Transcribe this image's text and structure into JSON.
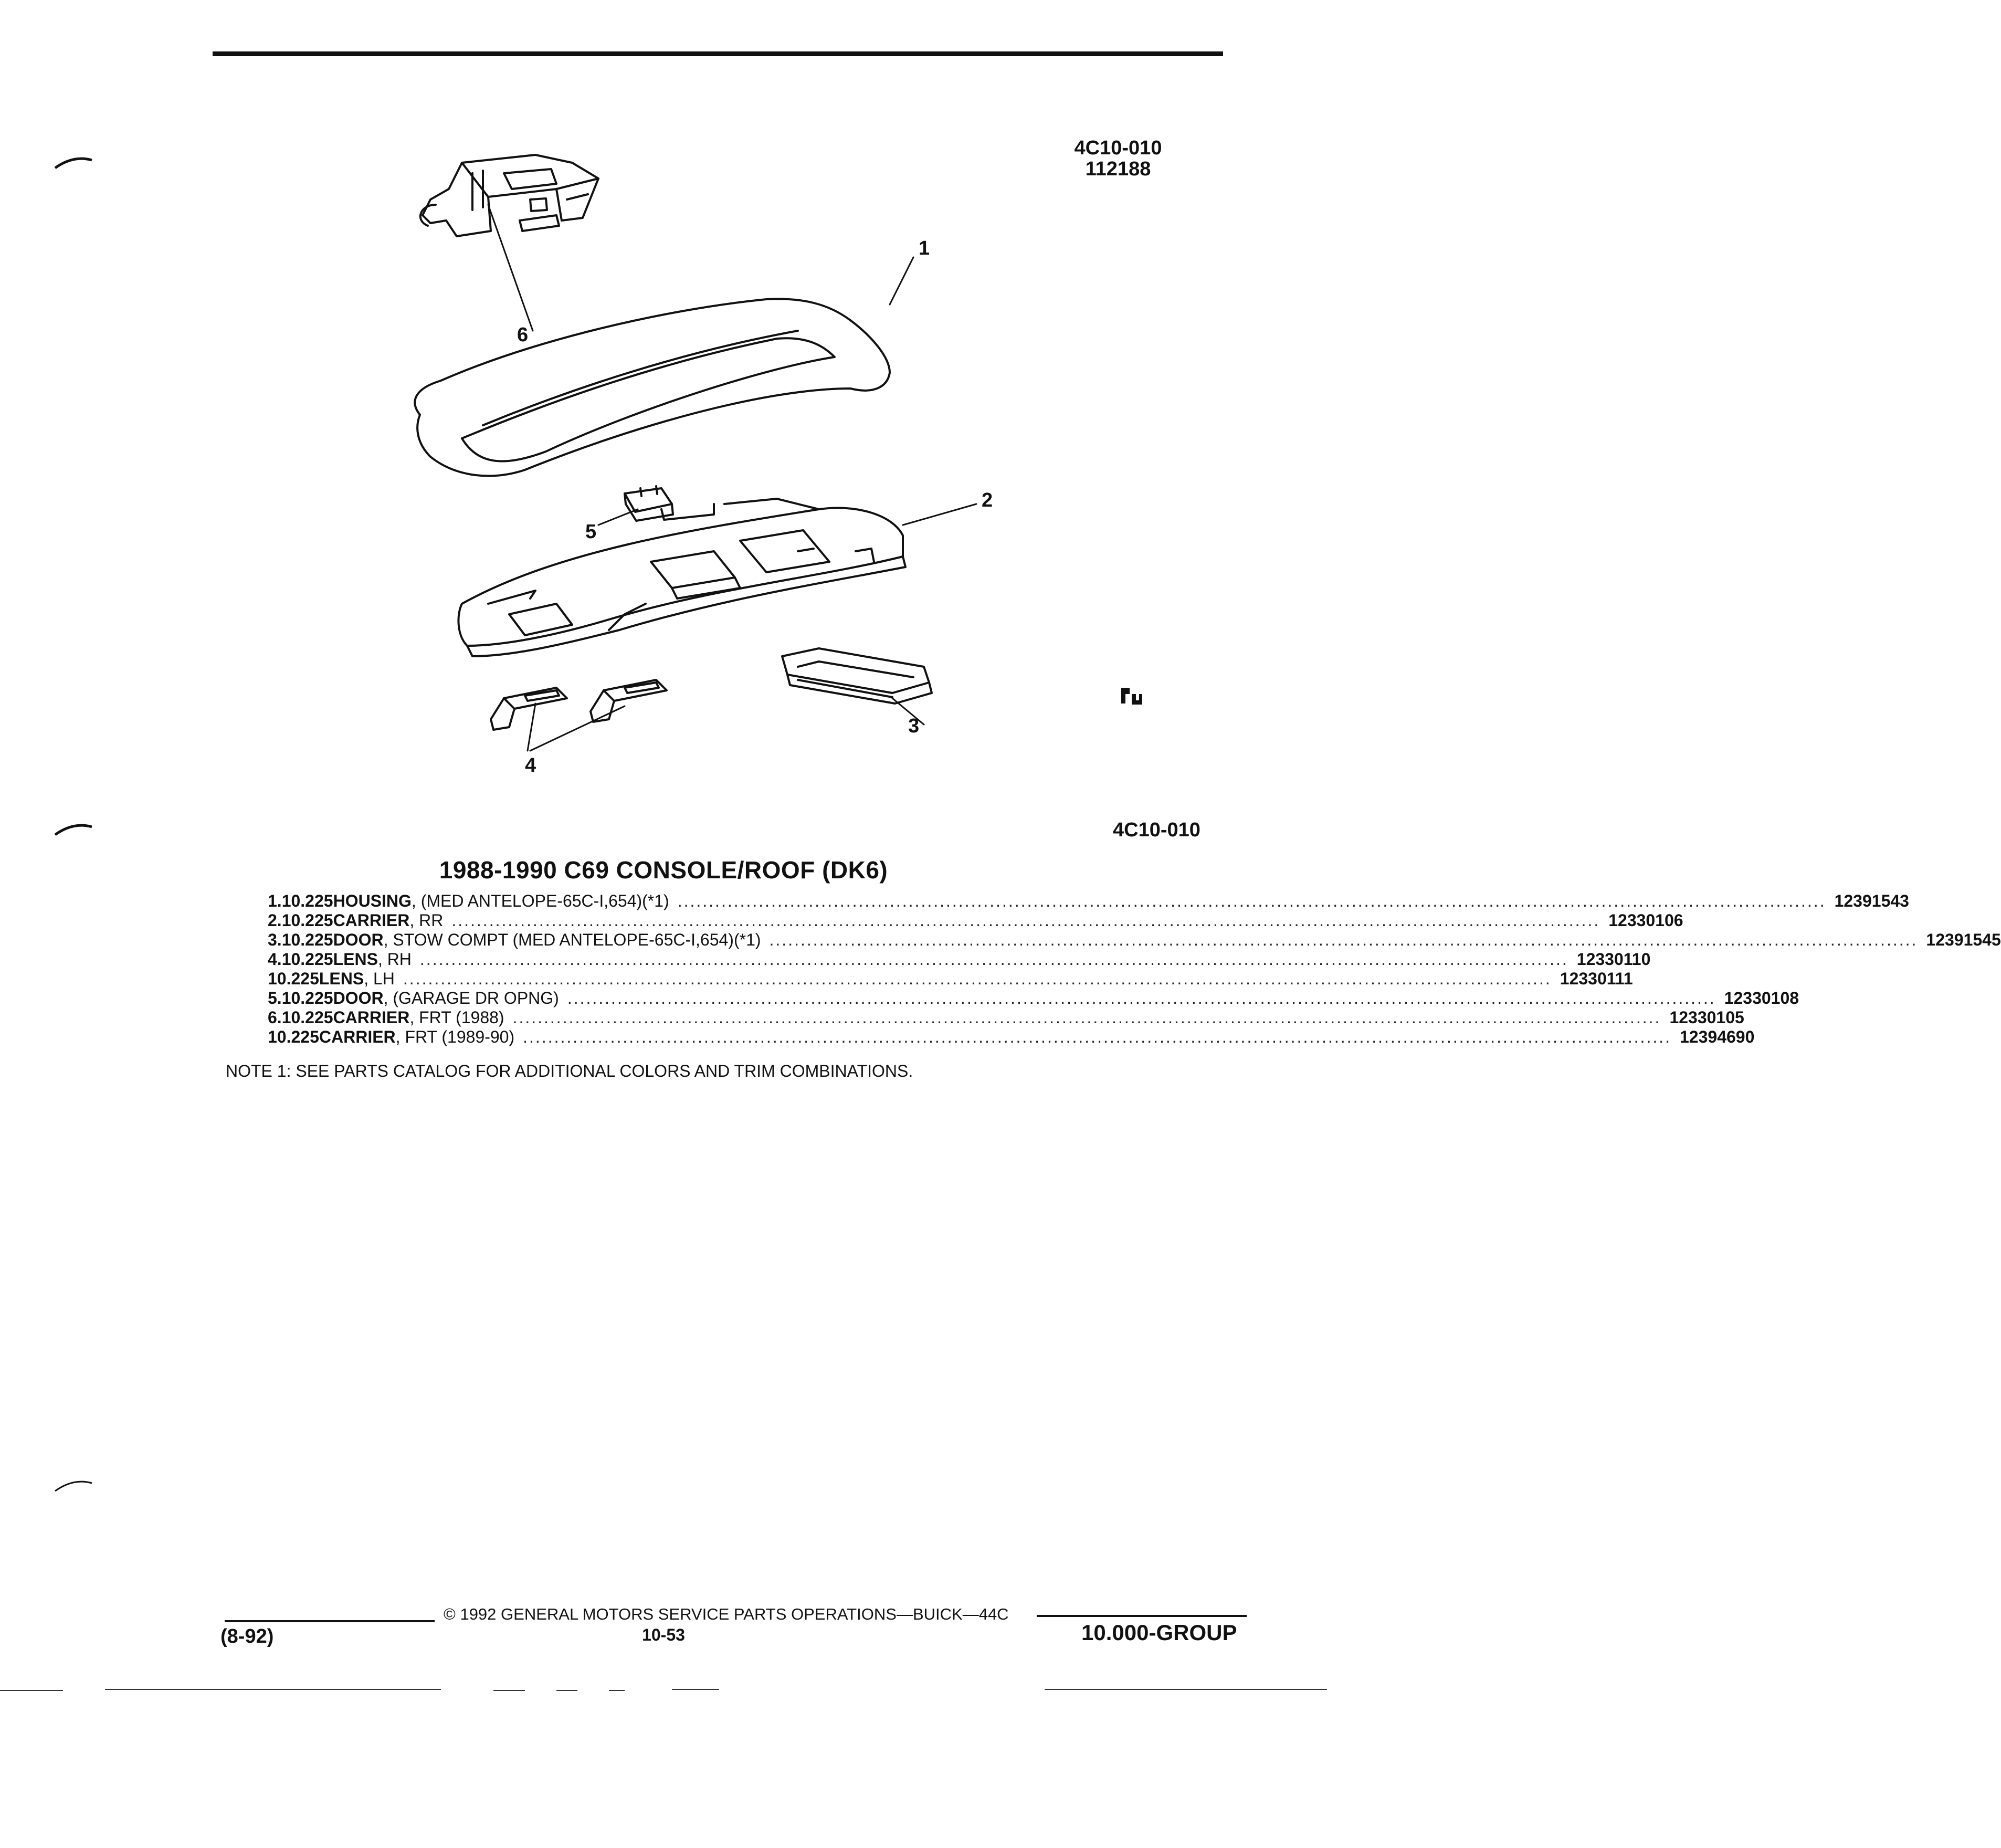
{
  "header": {
    "figure_code": "4C10-010",
    "figure_date": "112188"
  },
  "illustration": {
    "callouts": [
      "1",
      "2",
      "3",
      "4",
      "5",
      "6"
    ],
    "figure_code_below": "4C10-010"
  },
  "title": "1988-1990 C69 CONSOLE/ROOF (DK6)",
  "parts": [
    {
      "no": "1.",
      "group": "10.225",
      "name": "HOUSING",
      "desc": ", (MED ANTELOPE-65C-I,654)(*1)",
      "part": "12391543"
    },
    {
      "no": "2.",
      "group": "10.225",
      "name": "CARRIER",
      "desc": ", RR",
      "part": "12330106"
    },
    {
      "no": "3.",
      "group": "10.225",
      "name": "DOOR",
      "desc": ", STOW COMPT (MED ANTELOPE-65C-I,654)(*1)",
      "part": "12391545"
    },
    {
      "no": "4.",
      "group": "10.225",
      "name": "LENS",
      "desc": ", RH",
      "part": "12330110"
    },
    {
      "no": "",
      "group": "10.225",
      "name": "LENS",
      "desc": ", LH",
      "part": "12330111"
    },
    {
      "no": "5.",
      "group": "10.225",
      "name": "DOOR",
      "desc": ", (GARAGE DR OPNG)",
      "part": "12330108"
    },
    {
      "no": "6.",
      "group": "10.225",
      "name": "CARRIER",
      "desc": ", FRT (1988)",
      "part": "12330105"
    },
    {
      "no": "",
      "group": "10.225",
      "name": "CARRIER",
      "desc": ", FRT (1989-90)",
      "part": "12394690"
    }
  ],
  "note": "NOTE  1:  SEE PARTS CATALOG FOR ADDITIONAL COLORS AND TRIM COMBINATIONS.",
  "footer": {
    "copyright": "© 1992  GENERAL MOTORS SERVICE PARTS OPERATIONS—BUICK—44C",
    "page": "10-53",
    "date": "(8-92)",
    "group": "10.000-GROUP"
  },
  "colors": {
    "ink": "#111111",
    "paper": "#ffffff"
  }
}
